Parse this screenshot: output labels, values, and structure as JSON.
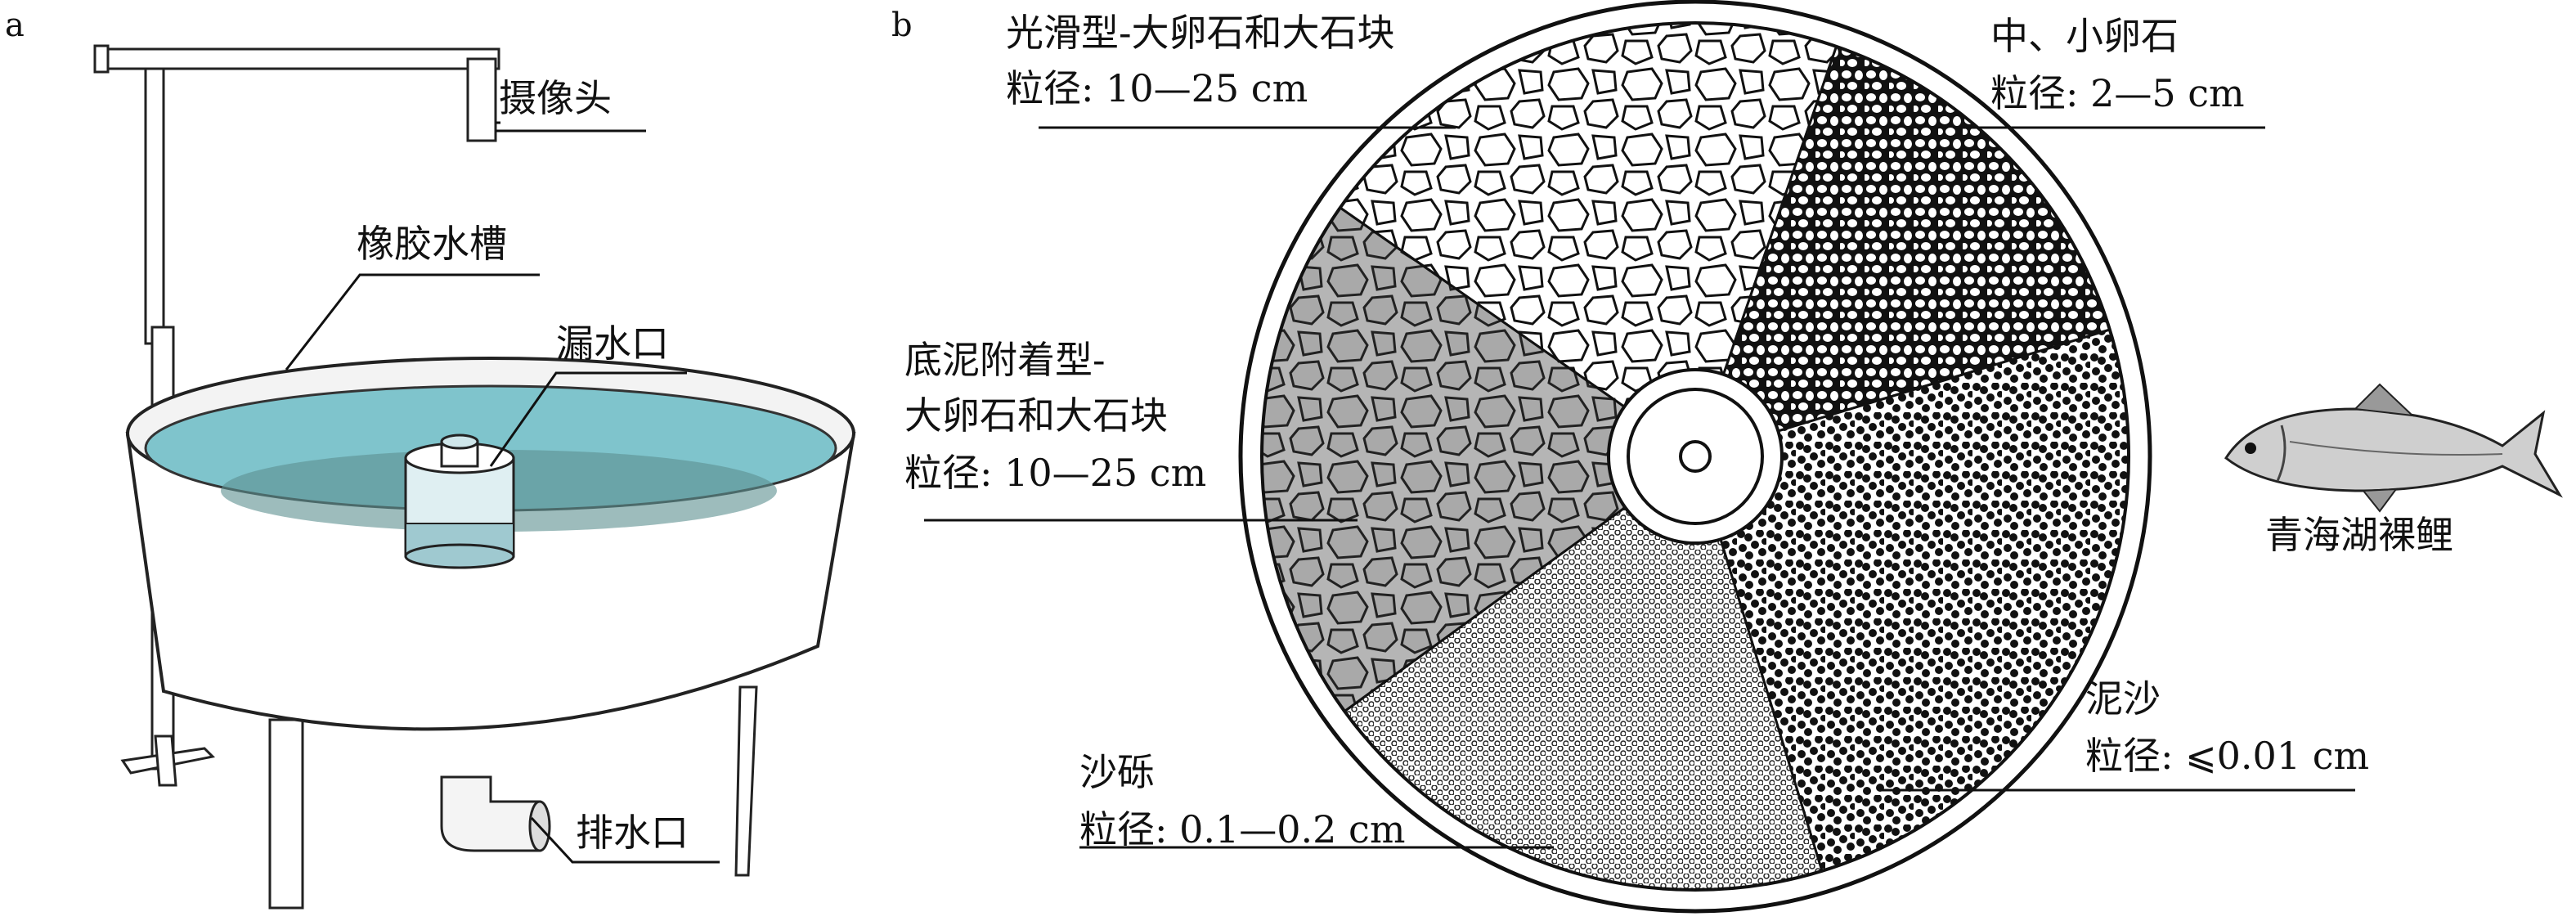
{
  "panel_a": {
    "label": "a",
    "camera": "摄像头",
    "tank": "橡胶水槽",
    "overflow": "漏水口",
    "drain": "排水口"
  },
  "panel_b": {
    "label": "b",
    "smooth_title": "光滑型-大卵石和大石块",
    "smooth_size": "粒径: 10—25 cm",
    "pebble_title": "中、小卵石",
    "pebble_size": "粒径: 2—5 cm",
    "silt_title_1": "底泥附着型-",
    "silt_title_2": "大卵石和大石块",
    "silt_size": "粒径: 10—25 cm",
    "fish": "青海湖裸鲤",
    "mud_title": "泥沙",
    "mud_size": "粒径: ⩽0.01 cm",
    "gravel_title": "沙砾",
    "gravel_size": "粒径: 0.1—0.2 cm"
  },
  "colors": {
    "water": "#7fc4cc",
    "gray_substrate": "#b5b5b5",
    "ink": "#111111"
  }
}
